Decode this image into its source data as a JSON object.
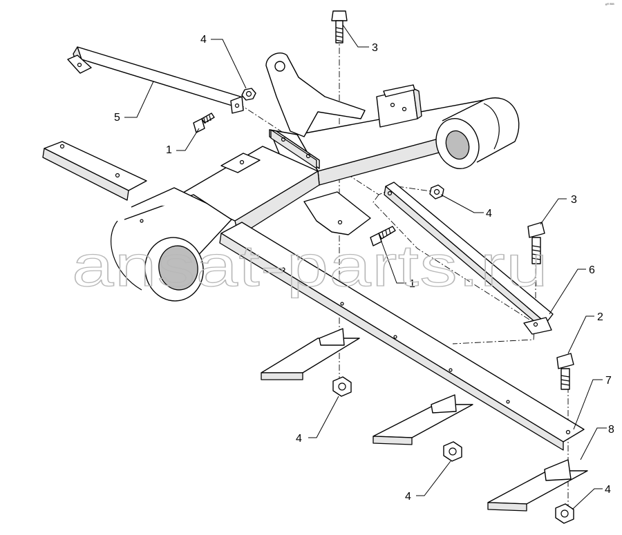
{
  "watermark": "ansat-parts.ru",
  "corner_code": "eᴿ ᴮᴮᴮ",
  "callouts": {
    "c1a": "1",
    "c1b": "1",
    "c2": "2",
    "c3a": "3",
    "c3b": "3",
    "c4a": "4",
    "c4b": "4",
    "c4c": "4",
    "c4d": "4",
    "c4e": "4",
    "c5": "5",
    "c6": "6",
    "c7": "7",
    "c8": "8"
  }
}
